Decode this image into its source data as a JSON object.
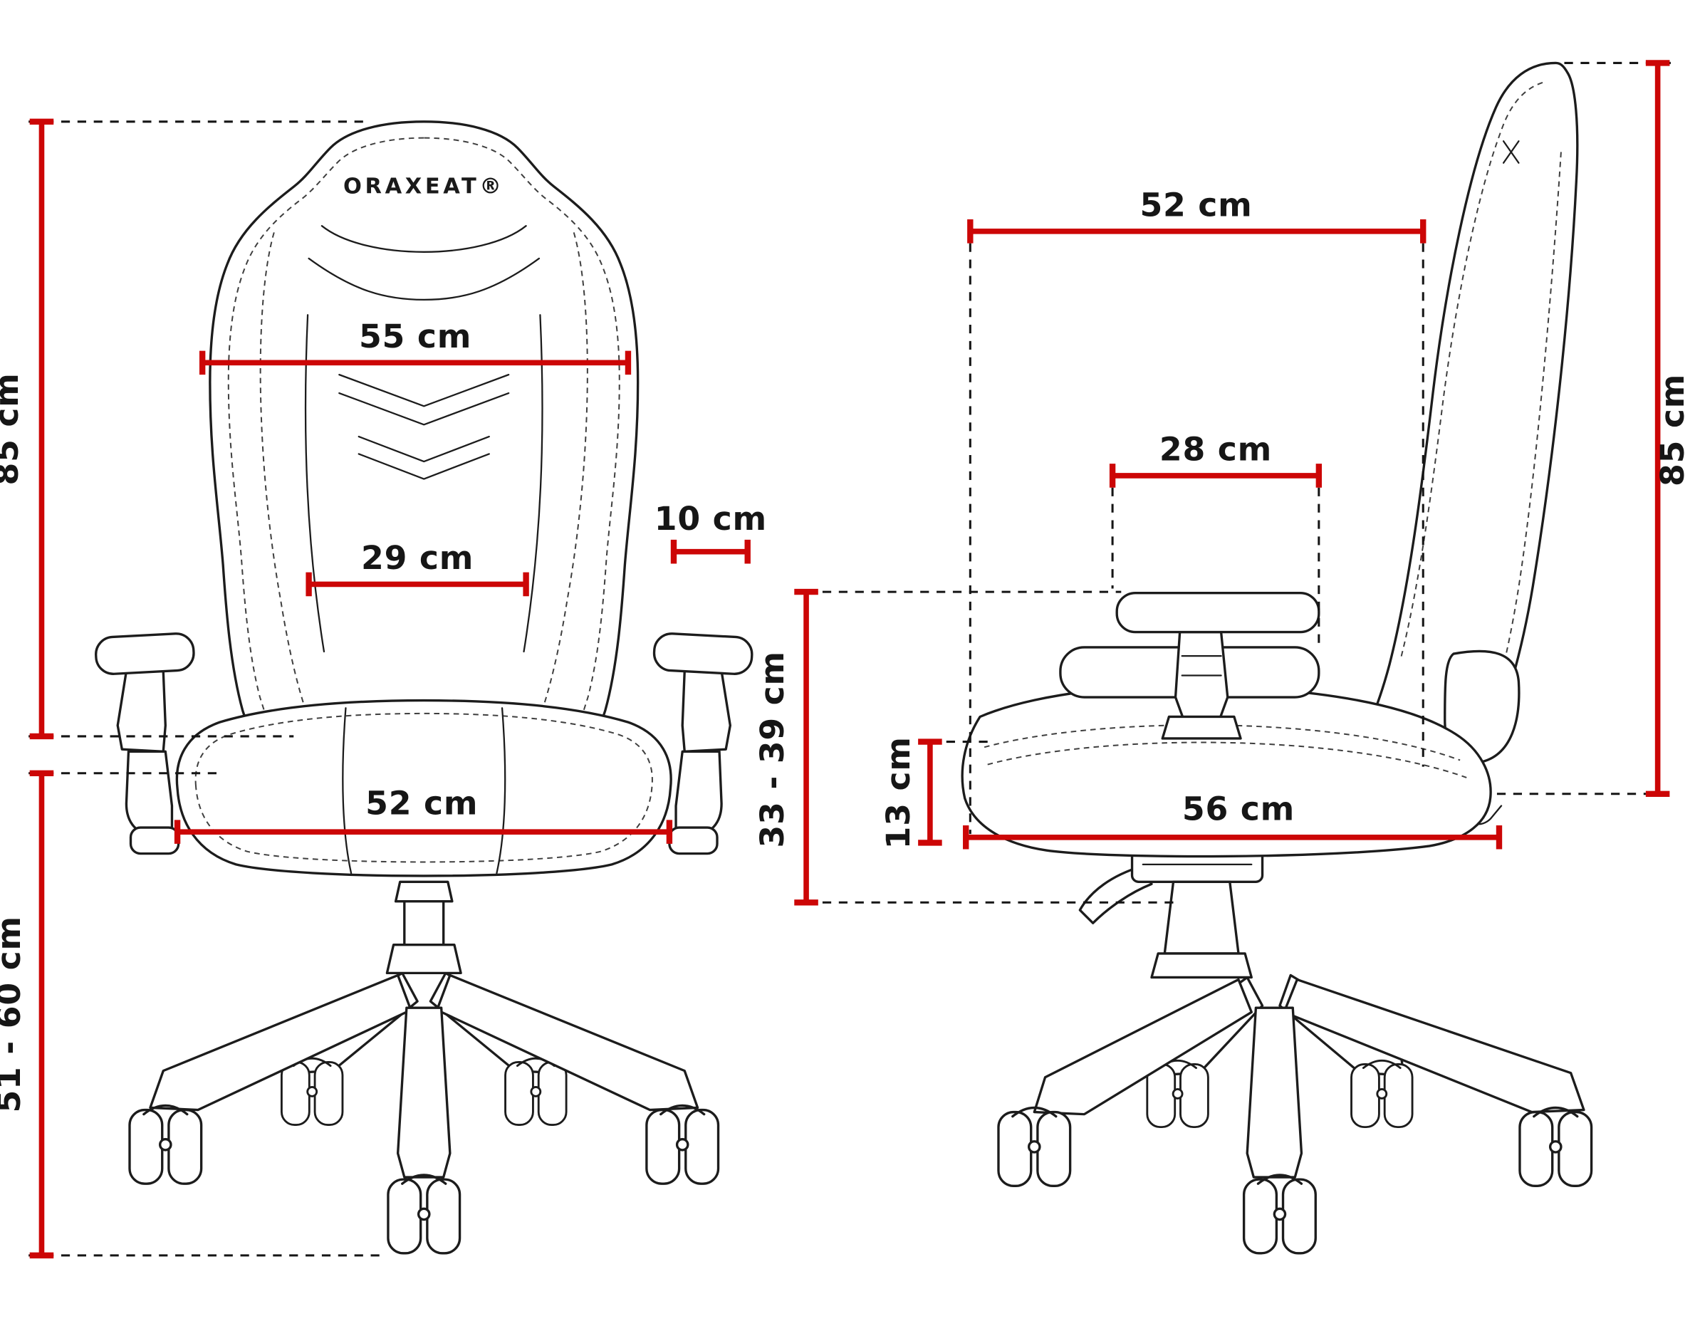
{
  "brand": "ORAXEAT®",
  "colors": {
    "dimension_red": "#cc0606",
    "line_ink": "#1c1c1c",
    "background": "#ffffff"
  },
  "views": {
    "front": {
      "dims": {
        "backrest_height": "85 cm",
        "backrest_width": "55 cm",
        "lumbar_width": "29 cm",
        "armrest_pad_width": "10 cm",
        "seat_width": "52 cm",
        "seat_height_range": "51 - 60 cm"
      }
    },
    "side": {
      "dims": {
        "backrest_top_width": "52 cm",
        "armrest_pad_length": "28 cm",
        "backrest_height": "85 cm",
        "armrest_height_range": "33 - 39 cm",
        "seat_cushion_thickness": "13 cm",
        "seat_depth": "56 cm"
      }
    }
  }
}
